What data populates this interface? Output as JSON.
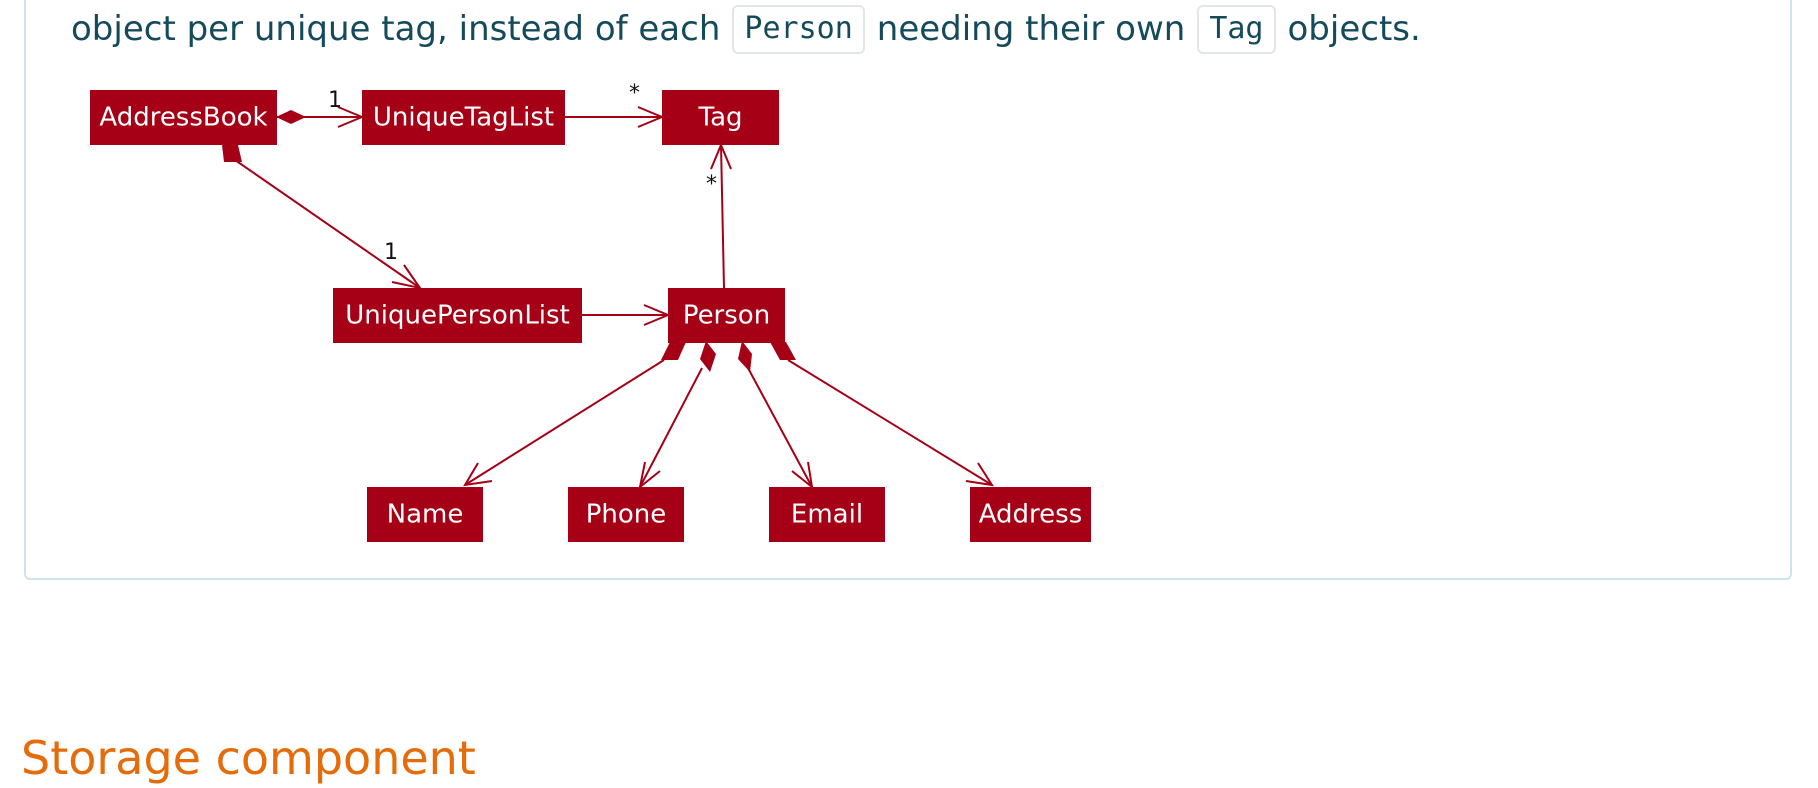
{
  "tip": {
    "text_before": "object per unique tag, instead of each",
    "code_person": "Person",
    "text_middle": "needing their own",
    "code_tag": "Tag",
    "text_after": "objects."
  },
  "diagram": {
    "classes": {
      "address_book": "AddressBook",
      "unique_tag_list": "UniqueTagList",
      "tag": "Tag",
      "unique_person_list": "UniquePersonList",
      "person": "Person",
      "name": "Name",
      "phone": "Phone",
      "email": "Email",
      "address": "Address"
    },
    "multiplicities": {
      "addressbook_to_taglist": "1",
      "taglist_to_tag": "*",
      "person_to_tag": "*",
      "addressbook_to_personlist": "1"
    }
  },
  "section": {
    "title": "Storage component"
  },
  "colors": {
    "uml_class": "#a50016",
    "heading": "#e46c0a",
    "body_text": "#144a5a"
  }
}
